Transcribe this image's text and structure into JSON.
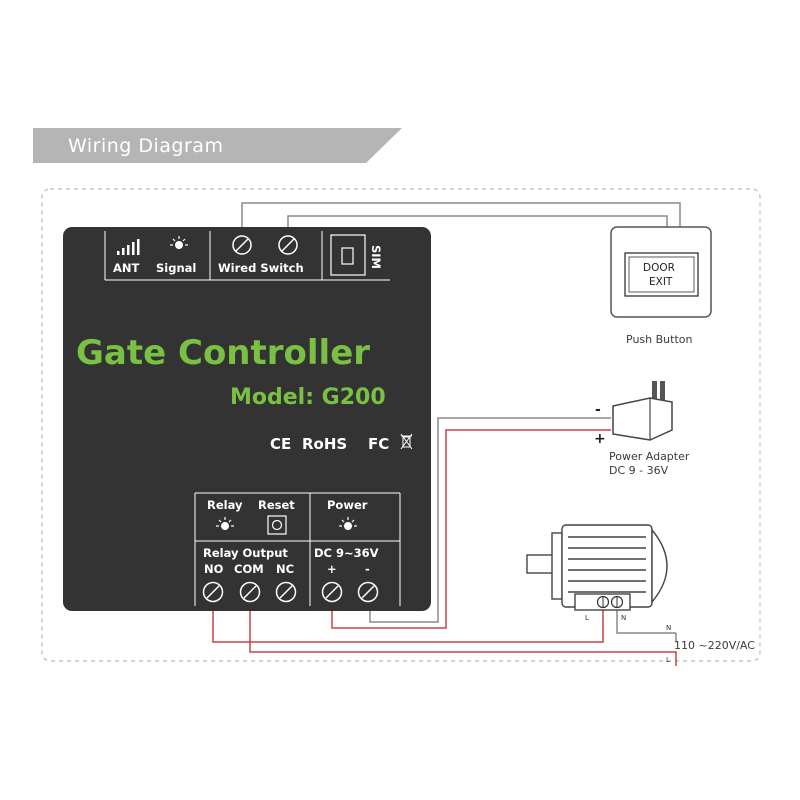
{
  "header": {
    "title": "Wiring Diagram"
  },
  "controller": {
    "top_labels": {
      "ant": "ANT",
      "signal": "Signal",
      "wired_switch": "Wired Switch",
      "sim": "SIM"
    },
    "title": "Gate Controller",
    "model": "Model: G200",
    "certs": {
      "ce": "CE",
      "rohs": "RoHS",
      "fc": "FC"
    },
    "bottom_labels": {
      "relay": "Relay",
      "reset": "Reset",
      "power": "Power",
      "relay_output": "Relay Output",
      "dc": "DC 9~36V",
      "no": "NO",
      "com": "COM",
      "nc": "NC",
      "plus": "+",
      "minus": "-"
    }
  },
  "push_button": {
    "line1": "DOOR",
    "line2": "EXIT",
    "caption": "Push Button"
  },
  "adapter": {
    "caption1": "Power Adapter",
    "caption2": "DC 9 - 36V",
    "minus": "-",
    "plus": "+"
  },
  "motor": {
    "terminal_l": "L",
    "terminal_n": "N"
  },
  "mains": {
    "label": "110 ~220V/AC",
    "l_mark": "L",
    "n_mark": "N"
  },
  "colors": {
    "panel": "#333333",
    "accent_green": "#79c043",
    "wire_red": "#c8424a",
    "wire_gray": "#8a8a8a",
    "header_gray": "#b5b5b5"
  }
}
